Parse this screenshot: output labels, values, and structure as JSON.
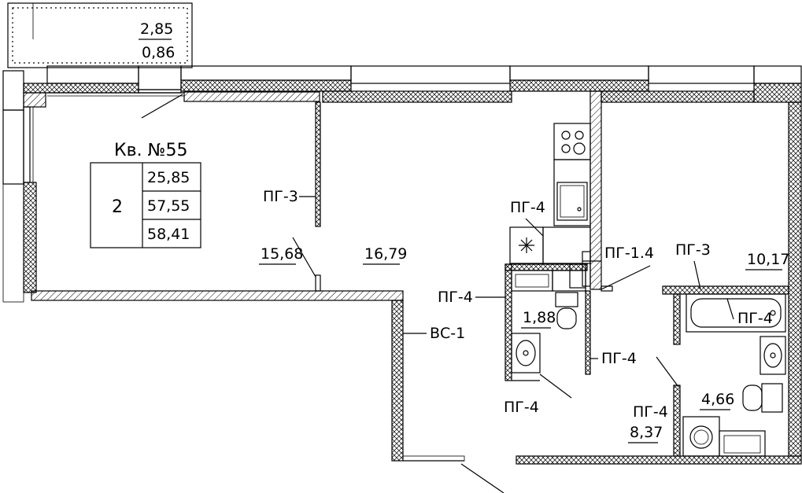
{
  "apartment": {
    "title": "Кв. №55",
    "rooms": "2",
    "living_area": "25,85",
    "total_area": "57,55",
    "total_area_with_balcony": "58,41"
  },
  "areas": {
    "balcony_a": "2,85",
    "balcony_b": "0,86",
    "room1": "15,68",
    "room2": "16,79",
    "wc": "1,88",
    "bedroom": "10,17",
    "bath": "4,66",
    "hall": "8,37"
  },
  "labels": {
    "pg3_left": "ПГ-3",
    "pg4_kitchen": "ПГ-4",
    "pg14": "ПГ-1.4",
    "pg3_right": "ПГ-3",
    "pg4_wc_left": "ПГ-4",
    "pg4_bath": "ПГ-4",
    "vs1": "ВС-1",
    "pg4_wc_right": "ПГ-4",
    "pg4_wc_bottom": "ПГ-4",
    "pg4_hall": "ПГ-4"
  }
}
